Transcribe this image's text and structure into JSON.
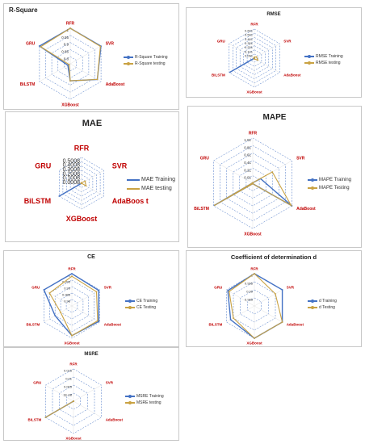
{
  "colors": {
    "training": "#4472C4",
    "testing": "#C9A243",
    "axis_label": "#C00000",
    "grid": "#4472C4"
  },
  "chart_data": [
    {
      "id": "rsq",
      "type": "radar",
      "title": "R-Square",
      "axes": [
        "RFR",
        "SVR",
        "AdaBoost",
        "XGBoost",
        "BiLSTM",
        "GRU"
      ],
      "ticks": [
        "0.8",
        "0.85",
        "0.9",
        "0.95",
        "1"
      ],
      "range": [
        0.75,
        1.0
      ],
      "series": [
        {
          "name": "R-Square Training",
          "values": [
            1.0,
            0.999,
            0.97,
            0.87,
            0.77,
            1.0
          ]
        },
        {
          "name": "R-Square testing",
          "values": [
            1.0,
            0.995,
            0.97,
            0.87,
            0.76,
            0.99
          ]
        }
      ],
      "legend": "right"
    },
    {
      "id": "rmse",
      "type": "radar",
      "title": "RMSE",
      "axes": [
        "RFR",
        "SVR",
        "AdaBoost",
        "XGBoost",
        "BiLSTM",
        "GRU"
      ],
      "ticks": [
        "0.001",
        "0.101",
        "0.201",
        "0.301",
        "0.401",
        "0.501",
        "0.601"
      ],
      "range": [
        0.0,
        0.6
      ],
      "series": [
        {
          "name": "RMSE Training",
          "values": [
            0.001,
            0.001,
            0.001,
            0.001,
            0.58,
            0.001
          ]
        },
        {
          "name": "RMSE testing",
          "values": [
            0.02,
            0.05,
            0.08,
            0.02,
            0.01,
            0.01
          ]
        }
      ],
      "legend": "right"
    },
    {
      "id": "mae",
      "type": "radar",
      "title": "MAE",
      "axes": [
        "RFR",
        "SVR",
        "AdaBoos t",
        "XGBoost",
        "BiLSTM",
        "GRU"
      ],
      "ticks": [
        "0.0008",
        "0.1008",
        "0.2008",
        "0.3008",
        "0.4008",
        "0.5008"
      ],
      "range": [
        0.0,
        0.5
      ],
      "series": [
        {
          "name": "MAE Training",
          "values": [
            0.0,
            0.0,
            0.0,
            0.0,
            0.5,
            0.0
          ]
        },
        {
          "name": "MAE testing",
          "values": [
            0.01,
            0.08,
            0.1,
            0.0,
            0.01,
            0.01
          ]
        }
      ],
      "legend": "right"
    },
    {
      "id": "mape",
      "type": "radar",
      "title": "MAPE",
      "axes": [
        "RFR",
        "SVR",
        "AdaBoost",
        "XGBoost",
        "BiLSTM",
        "GRU"
      ],
      "ticks": [
        "0.01",
        "0.21",
        "0.41",
        "0.61",
        "0.81",
        "1.01"
      ],
      "range": [
        0.0,
        1.0
      ],
      "series": [
        {
          "name": "MAPE Training",
          "values": [
            0.01,
            0.2,
            1.0,
            0.01,
            0.98,
            0.01
          ]
        },
        {
          "name": "MAPE Testing",
          "values": [
            0.01,
            0.5,
            0.98,
            0.01,
            0.97,
            0.01
          ]
        }
      ],
      "legend": "right"
    },
    {
      "id": "ce",
      "type": "radar",
      "title": "CE",
      "axes": [
        "RFR",
        "SVR",
        "AdaBoost",
        "XGBoost",
        "BiLSTM",
        "GRU"
      ],
      "ticks": [
        "0.98",
        "0.985",
        "0.99",
        "0.995",
        "1"
      ],
      "range": [
        0.975,
        1.0
      ],
      "series": [
        {
          "name": "CE Training",
          "values": [
            1.0,
            0.999,
            0.999,
            0.998,
            0.99,
            1.0
          ]
        },
        {
          "name": "CE Testing",
          "values": [
            0.998,
            0.997,
            0.998,
            0.998,
            0.985,
            0.995
          ]
        }
      ],
      "legend": "right"
    },
    {
      "id": "cod",
      "type": "radar",
      "title": "Coefficient of determination d",
      "axes": [
        "RFR",
        "SVR",
        "AdaBoost",
        "XGBoost",
        "BiLSTM",
        "GRU"
      ],
      "ticks": [
        "0.985",
        "0.99",
        "0.995",
        "1"
      ],
      "range": [
        0.98,
        1.0
      ],
      "series": [
        {
          "name": "d Training",
          "values": [
            1.0,
            1.0,
            1.0,
            1.0,
            0.997,
            0.999
          ]
        },
        {
          "name": "d Testing",
          "values": [
            1.0,
            0.995,
            1.0,
            1.0,
            0.995,
            0.998
          ]
        }
      ],
      "legend": "right"
    },
    {
      "id": "msre",
      "type": "radar",
      "title": "MSRE",
      "axes": [
        "RFR",
        "SVR",
        "AdaBoost",
        "XGBoost",
        "BiLSTM",
        "GRU"
      ],
      "ticks": [
        "1E-08",
        "0.005",
        "0.01",
        "0.015"
      ],
      "range": [
        0.0,
        0.015
      ],
      "series": [
        {
          "name": "MSRE  Training",
          "values": [
            0.0,
            0.0,
            0.0,
            0.0,
            0.015,
            0.0
          ]
        },
        {
          "name": "MSRE testing",
          "values": [
            0.0,
            0.0,
            0.0,
            0.0,
            0.015,
            0.0
          ]
        }
      ],
      "legend": "right"
    }
  ]
}
